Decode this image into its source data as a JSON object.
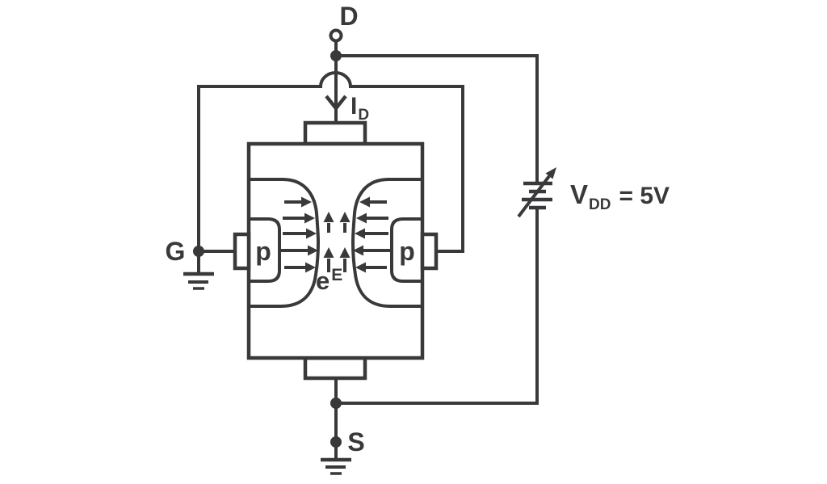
{
  "colors": {
    "ink": "#39393b",
    "background": "#ffffff"
  },
  "terminals": {
    "drain": "D",
    "gate": "G",
    "source": "S"
  },
  "drain_current": {
    "symbol": "I",
    "subscript": "D"
  },
  "supply": {
    "symbol": "V",
    "subscript": "DD",
    "value": "= 5V"
  },
  "regions": {
    "p_left": "p",
    "p_right": "p"
  },
  "field": {
    "base": "e",
    "superscript": "E"
  }
}
